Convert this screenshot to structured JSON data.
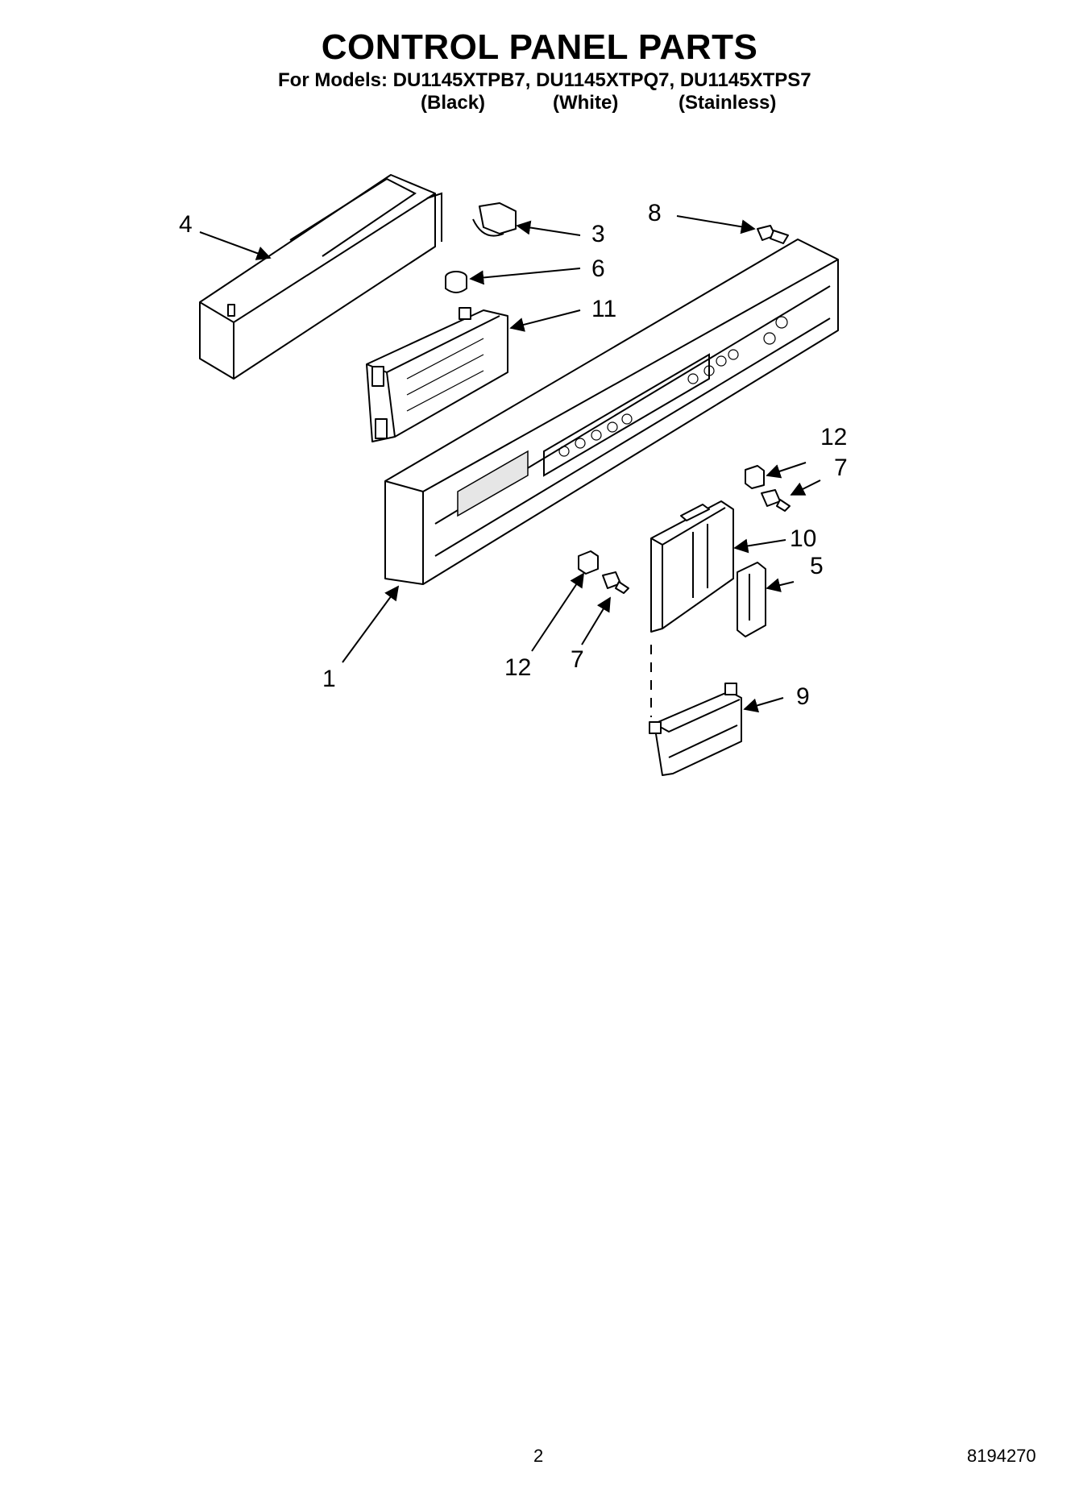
{
  "title": "CONTROL PANEL PARTS",
  "models_line": "For Models: DU1145XTPB7, DU1145XTPQ7, DU1145XTPS7",
  "variants": [
    "(Black)",
    "(White)",
    "(Stainless)"
  ],
  "callouts": {
    "c1": "1",
    "c3": "3",
    "c4": "4",
    "c5": "5",
    "c6": "6",
    "c7a": "7",
    "c7b": "7",
    "c8": "8",
    "c9": "9",
    "c10": "10",
    "c11": "11",
    "c12a": "12",
    "c12b": "12"
  },
  "footer": {
    "page_number": "2",
    "doc_number": "8194270"
  }
}
